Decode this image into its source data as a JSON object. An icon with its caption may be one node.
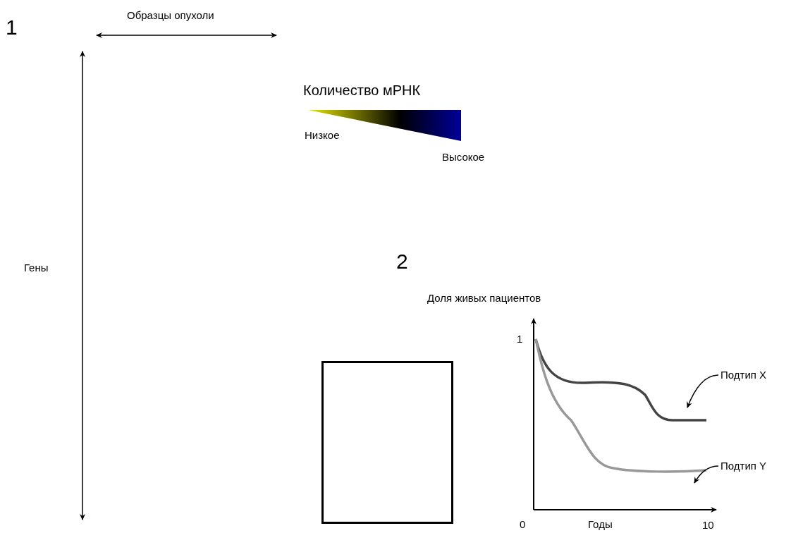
{
  "diagram": {
    "nodes": [
      {
        "text": [
          "Подтип X"
        ]
      },
      {
        "text": [
          "Подтип Y"
        ]
      },
      {
        "text": [],
        "shape": "box"
      }
    ],
    "edges": [
      {
        "from": 0,
        "to": null,
        "arrow": "to"
      },
      {
        "from": 1,
        "to": null,
        "arrow": "to"
      }
    ],
    "labels": [
      "1",
      "Образцы опухоли",
      "Количество мРНК",
      "Низкое",
      "Высокое",
      "Гены",
      "2",
      "Доля живых пациентов",
      "1",
      "0",
      "Годы",
      "10"
    ]
  }
}
